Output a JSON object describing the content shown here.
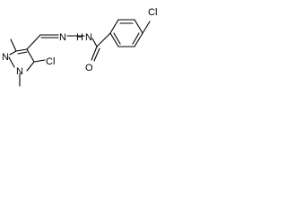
{
  "molecule": {
    "atoms": {
      "n_ring_upper": "N",
      "n_ring_lower": "N",
      "cl_pyrazole": "Cl",
      "n_hydrazone_1": "N",
      "n_hydrazone_2": "N",
      "h_amide": "H",
      "o_carbonyl": "O",
      "cl_phenyl": "Cl"
    }
  }
}
